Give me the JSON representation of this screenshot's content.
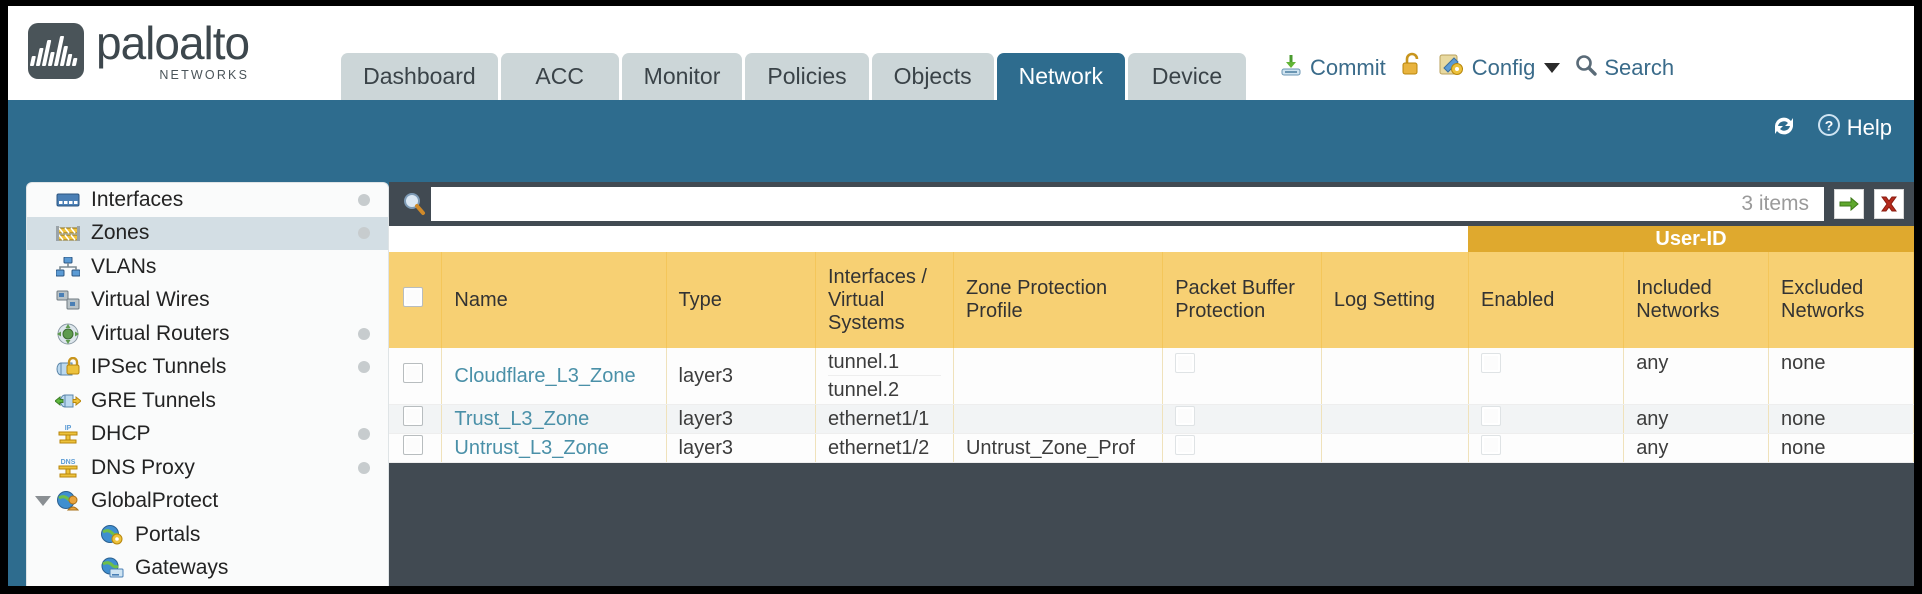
{
  "brand": {
    "name": "paloalto",
    "tagline": "NETWORKS"
  },
  "nav": {
    "tabs": [
      {
        "label": "Dashboard",
        "active": false
      },
      {
        "label": "ACC",
        "active": false
      },
      {
        "label": "Monitor",
        "active": false
      },
      {
        "label": "Policies",
        "active": false
      },
      {
        "label": "Objects",
        "active": false
      },
      {
        "label": "Network",
        "active": true
      },
      {
        "label": "Device",
        "active": false
      }
    ]
  },
  "top_actions": [
    {
      "label": "Commit",
      "icon": "commit-icon"
    },
    {
      "label": "",
      "icon": "lock-icon"
    },
    {
      "label": "Config",
      "icon": "config-icon",
      "dropdown": true
    },
    {
      "label": "Search",
      "icon": "search-icon"
    }
  ],
  "blue_bar": {
    "refresh_icon": "refresh-icon",
    "help_label": "Help",
    "help_icon": "help-icon"
  },
  "sidebar": {
    "items": [
      {
        "label": "Interfaces",
        "icon": "interfaces-icon",
        "selected": false,
        "dot": true,
        "child": false,
        "caret": false
      },
      {
        "label": "Zones",
        "icon": "zones-icon",
        "selected": true,
        "dot": true,
        "child": false,
        "caret": false
      },
      {
        "label": "VLANs",
        "icon": "vlans-icon",
        "selected": false,
        "dot": false,
        "child": false,
        "caret": false
      },
      {
        "label": "Virtual Wires",
        "icon": "virtual-wires-icon",
        "selected": false,
        "dot": false,
        "child": false,
        "caret": false
      },
      {
        "label": "Virtual Routers",
        "icon": "virtual-routers-icon",
        "selected": false,
        "dot": true,
        "child": false,
        "caret": false
      },
      {
        "label": "IPSec Tunnels",
        "icon": "ipsec-tunnels-icon",
        "selected": false,
        "dot": true,
        "child": false,
        "caret": false
      },
      {
        "label": "GRE Tunnels",
        "icon": "gre-tunnels-icon",
        "selected": false,
        "dot": false,
        "child": false,
        "caret": false
      },
      {
        "label": "DHCP",
        "icon": "dhcp-icon",
        "selected": false,
        "dot": true,
        "child": false,
        "caret": false
      },
      {
        "label": "DNS Proxy",
        "icon": "dns-proxy-icon",
        "selected": false,
        "dot": true,
        "child": false,
        "caret": false
      },
      {
        "label": "GlobalProtect",
        "icon": "globalprotect-icon",
        "selected": false,
        "dot": false,
        "child": false,
        "caret": true
      },
      {
        "label": "Portals",
        "icon": "portals-icon",
        "selected": false,
        "dot": false,
        "child": true,
        "caret": false
      },
      {
        "label": "Gateways",
        "icon": "gateways-icon",
        "selected": false,
        "dot": false,
        "child": true,
        "caret": false
      }
    ]
  },
  "filter_bar": {
    "search_icon": "magnifier-icon",
    "value": "",
    "placeholder": "",
    "items_count": "3 items",
    "apply_icon": "green-arrow-icon",
    "clear_icon": "red-x-icon"
  },
  "table": {
    "group_header": "User-ID",
    "columns": [
      "Name",
      "Type",
      "Interfaces / Virtual Systems",
      "Zone Protection Profile",
      "Packet Buffer Protection",
      "Log Setting",
      "Enabled",
      "Included Networks",
      "Excluded Networks"
    ],
    "rows": [
      {
        "selected": false,
        "name": "Cloudflare_L3_Zone",
        "type": "layer3",
        "interfaces": [
          "tunnel.1",
          "tunnel.2"
        ],
        "zone_protection_profile": "",
        "packet_buffer_protection": false,
        "log_setting": "",
        "userid_enabled": false,
        "included_networks": "any",
        "excluded_networks": "none"
      },
      {
        "selected": false,
        "name": "Trust_L3_Zone",
        "type": "layer3",
        "interfaces": [
          "ethernet1/1"
        ],
        "zone_protection_profile": "",
        "packet_buffer_protection": false,
        "log_setting": "",
        "userid_enabled": false,
        "included_networks": "any",
        "excluded_networks": "none"
      },
      {
        "selected": false,
        "name": "Untrust_L3_Zone",
        "type": "layer3",
        "interfaces": [
          "ethernet1/2"
        ],
        "zone_protection_profile": "Untrust_Zone_Prof",
        "packet_buffer_protection": false,
        "log_setting": "",
        "userid_enabled": false,
        "included_networks": "any",
        "excluded_networks": "none"
      }
    ]
  },
  "colors": {
    "brand_blue": "#2e6c8e",
    "header_amber": "#f7d073",
    "group_amber": "#dfa92e",
    "link_teal": "#4a90a8",
    "panel_dark": "#414a52"
  }
}
